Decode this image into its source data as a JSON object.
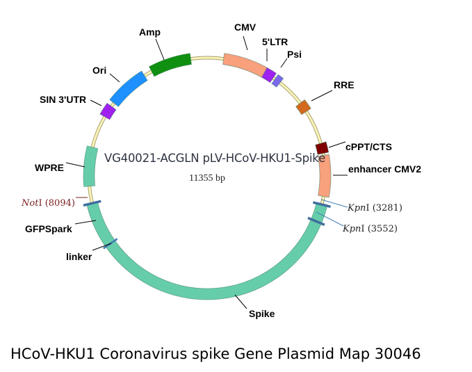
{
  "plasmid": {
    "name": "VG40021-ACGLN pLV-HCoV-HKU1-Spike",
    "size_label": "11355 bp",
    "length_bp": 11355,
    "backbone_color": "#fbf4b8"
  },
  "features": [
    {
      "label": "CMV",
      "start": 252,
      "end": 915,
      "color": "#f9a07c"
    },
    {
      "label": "5'LTR",
      "start": 915,
      "end": 1072,
      "color": "#a020f0"
    },
    {
      "label": "Psi",
      "start": 1104,
      "end": 1199,
      "color": "#7b68ee"
    },
    {
      "label": "RRE",
      "start": 1640,
      "end": 1798,
      "color": "#d2691e"
    },
    {
      "label": "cPPT/CTS",
      "start": 2334,
      "end": 2492,
      "color": "#800000"
    },
    {
      "label": "enhancer CMV2",
      "start": 2523,
      "end": 3154,
      "color": "#f9a07c"
    },
    {
      "label": "Spike",
      "start": 3265,
      "end": 7413,
      "color": "#66cdaa"
    },
    {
      "label": "linker",
      "start": 7413,
      "end": 7413,
      "color": "#4682b4"
    },
    {
      "label": "GFPSpark",
      "start": 7413,
      "end": 8094,
      "color": "#66cdaa"
    },
    {
      "label": "WPRE",
      "start": 8359,
      "end": 8958,
      "color": "#66cdaa"
    },
    {
      "label": "SIN 3'UTR",
      "start": 9463,
      "end": 9652,
      "color": "#a020f0"
    },
    {
      "label": "Ori",
      "start": 9715,
      "end": 10345,
      "color": "#1e90ff"
    },
    {
      "label": "Amp",
      "start": 10472,
      "end": 11103,
      "color": "#109010"
    }
  ],
  "sites": [
    {
      "enzyme": "Not",
      "suffix": "I",
      "position": 8094,
      "pos_label": "(8094)"
    },
    {
      "enzyme": "Kpn",
      "suffix": "I",
      "position": 3281,
      "pos_label": "(3281)"
    },
    {
      "enzyme": "Kpn",
      "suffix": "I",
      "position": 3552,
      "pos_label": "(3552)"
    }
  ],
  "caption": "HCoV-HKU1 Coronavirus spike Gene Plasmid Map 30046"
}
